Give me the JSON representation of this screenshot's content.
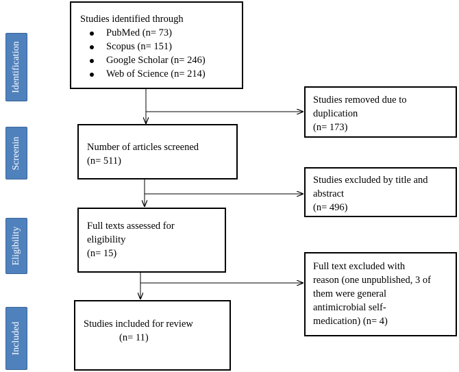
{
  "stages": {
    "identification": "Identification",
    "screening": "Screenin",
    "eligibility": "Eligibility",
    "included": "Included"
  },
  "identified": {
    "title": "Studies identified through",
    "databases": [
      "PubMed (n= 73)",
      "Scopus (n= 151)",
      "Google Scholar (n= 246)",
      "Web of Science (n= 214)"
    ]
  },
  "duplicates": {
    "line1": "Studies removed due to",
    "line2": "duplication",
    "line3": "(n= 173)"
  },
  "screened": {
    "line1": "Number of articles screened",
    "line2": "(n= 511)"
  },
  "title_abstract_excluded": {
    "line1": "Studies excluded by title and",
    "line2": "abstract",
    "line3": "(n= 496)"
  },
  "fulltext_assessed": {
    "line1": "Full texts assessed for",
    "line2": "eligibility",
    "line3": "(n= 15)"
  },
  "fulltext_excluded": {
    "line1": "Full text excluded with",
    "line2": "reason (one unpublished, 3 of",
    "line3": "them were general",
    "line4": "antimicrobial self-",
    "line5": "medication) (n= 4)"
  },
  "included": {
    "line1": "Studies included for review",
    "line2": "(n= 11)"
  }
}
